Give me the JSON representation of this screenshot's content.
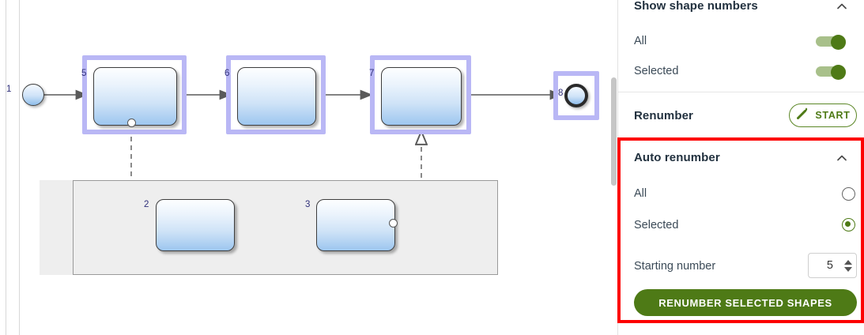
{
  "panel": {
    "sections": [
      {
        "title": "Show shape numbers",
        "collapse_icon": "chevron-up-icon",
        "rows": [
          {
            "label": "All",
            "control": "toggle",
            "state": "on"
          },
          {
            "label": "Selected",
            "control": "toggle",
            "state": "on"
          }
        ]
      },
      {
        "title": "Renumber",
        "action_label": "START",
        "action_icon": "magic-wand-icon"
      },
      {
        "title": "Auto renumber",
        "collapse_icon": "chevron-up-icon",
        "highlighted": true,
        "rows": [
          {
            "label": "All",
            "control": "radio",
            "state": "off"
          },
          {
            "label": "Selected",
            "control": "radio",
            "state": "on"
          }
        ],
        "starting_number_label": "Starting number",
        "starting_number_value": "5",
        "submit_label": "RENUMBER SELECTED SHAPES"
      }
    ]
  },
  "colors": {
    "accent_green": "#4e7a16",
    "toggle_track": "#a8c08a",
    "highlight_red": "#fd0000",
    "selection_purple": "#b9b7f5",
    "shape_number": "#2f2f7a"
  },
  "diagram": {
    "start_event": {
      "number": "1",
      "name": "start-event"
    },
    "end_event": {
      "number": "8",
      "name": "end-event"
    },
    "top_tasks": [
      {
        "number": "5",
        "selected": true
      },
      {
        "number": "6",
        "selected": true
      },
      {
        "number": "7",
        "selected": true
      }
    ],
    "sub_tasks": [
      {
        "number": "2",
        "selected": false
      },
      {
        "number": "3",
        "selected": false
      }
    ]
  }
}
